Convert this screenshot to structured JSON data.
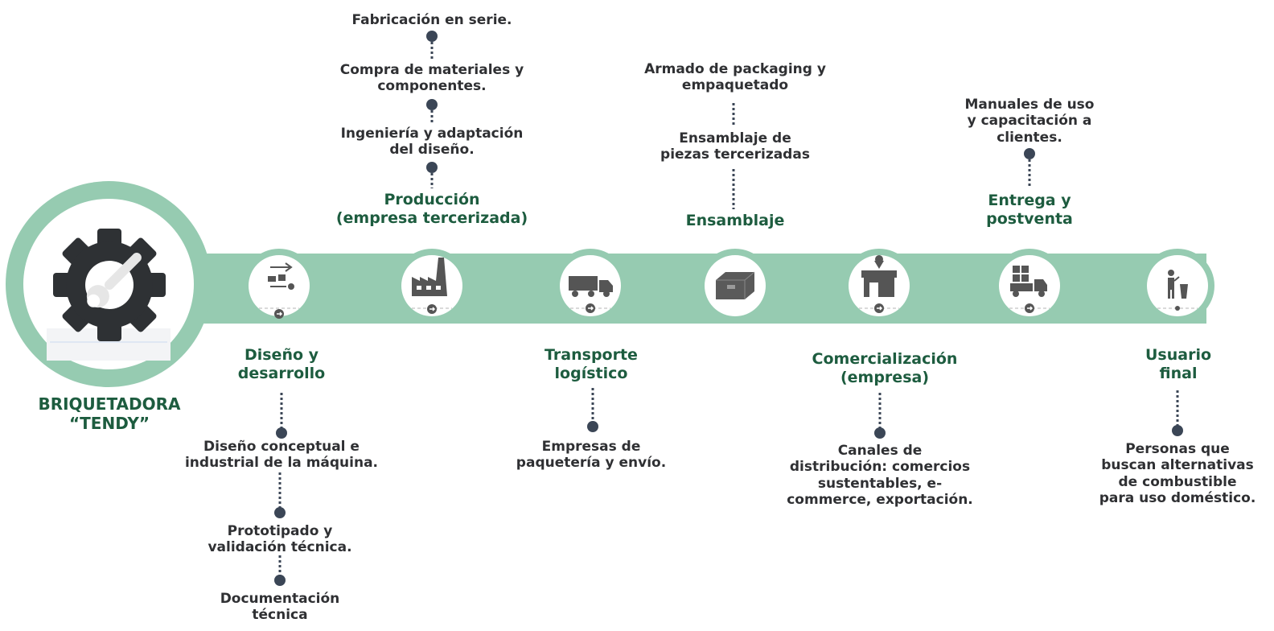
{
  "colors": {
    "band": "#96cbb1",
    "title": "#1d5c3f",
    "text": "#2f3033",
    "dot": "#3b4656",
    "icon": "#555555"
  },
  "hub": {
    "title_line1": "BRIQUETADORA",
    "title_line2": "“TENDY”",
    "icon": "gear-wrench-icon"
  },
  "stages": [
    {
      "icon": "design-process-icon",
      "title": [
        "Diseño y",
        "desarrollo"
      ],
      "items": [
        [
          "Diseño conceptual e",
          "industrial de la máquina."
        ],
        [
          "Prototipado y",
          "validación técnica."
        ],
        [
          "Documentación",
          "técnica"
        ]
      ]
    },
    {
      "icon": "factory-icon",
      "title": [
        "Producción",
        "(empresa tercerizada)"
      ],
      "items": [
        [
          "Fabricación en serie."
        ],
        [
          "Compra de materiales y",
          "componentes."
        ],
        [
          "Ingeniería y adaptación",
          "del diseño."
        ]
      ]
    },
    {
      "icon": "truck-icon",
      "title": [
        "Transporte",
        "logístico"
      ],
      "items": [
        [
          "Empresas de",
          "paquetería y envío."
        ]
      ]
    },
    {
      "icon": "machine-box-icon",
      "title": [
        "Ensamblaje"
      ],
      "items": [
        [
          "Armado de packaging y",
          "empaquetado"
        ],
        [
          "Ensamblaje de",
          "piezas tercerizadas"
        ]
      ]
    },
    {
      "icon": "store-icon",
      "title": [
        "Comercialización",
        "(empresa)"
      ],
      "items": [
        [
          "Canales de",
          "distribución: comercios",
          "sustentables, e-",
          "commerce, exportación."
        ]
      ]
    },
    {
      "icon": "delivery-truck-icon",
      "title": [
        "Entrega y",
        "postventa"
      ],
      "items": [
        [
          "Manuales de uso",
          "y capacitación a",
          "clientes."
        ]
      ]
    },
    {
      "icon": "person-trash-icon",
      "title": [
        "Usuario",
        "final"
      ],
      "items": [
        [
          "Personas que",
          "buscan alternativas",
          "de combustible",
          "para uso doméstico."
        ]
      ]
    }
  ]
}
